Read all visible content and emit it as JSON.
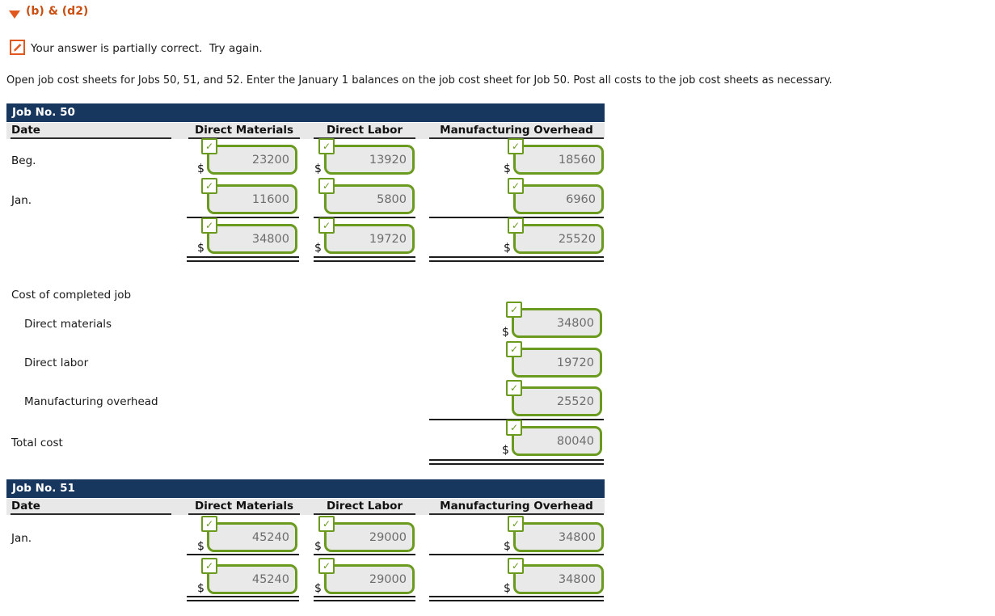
{
  "page": {
    "section_heading": "(b) & (d2)",
    "feedback": "Your answer is partially correct.  Try again.",
    "instruction": "Open job cost sheets for Jobs 50, 51, and 52. Enter the January 1 balances on the job cost sheet for Job 50. Post all costs to the job cost sheets as necessary."
  },
  "labels": {
    "dollar": "$"
  },
  "icons": {
    "check": "✓",
    "disclosure_triangle": "triangle-down",
    "pencil": "pencil"
  },
  "colors": {
    "navy_header": "#17375e",
    "accent_green": "#6a9a1e",
    "accent_orange": "#e2571c",
    "field_fill": "#e9e9e9"
  },
  "columns": [
    "Date",
    "Direct Materials",
    "Direct Labor",
    "Manufacturing Overhead"
  ],
  "job50": {
    "title": "Job No. 50",
    "rows": [
      {
        "label": "Beg.",
        "dm": "23200",
        "dl": "13920",
        "mo": "18560"
      },
      {
        "label": "Jan.",
        "dm": "11600",
        "dl": "5800",
        "mo": "6960"
      },
      {
        "label": "",
        "dm": "34800",
        "dl": "19720",
        "mo": "25520"
      }
    ],
    "cost_section": {
      "heading": "Cost of completed job",
      "items": [
        {
          "label": "Direct materials",
          "value": "34800"
        },
        {
          "label": "Direct labor",
          "value": "19720"
        },
        {
          "label": "Manufacturing overhead",
          "value": "25520"
        }
      ],
      "total_label": "Total cost",
      "total_value": "80040"
    }
  },
  "job51": {
    "title": "Job No. 51",
    "rows": [
      {
        "label": "Jan.",
        "dm": "45240",
        "dl": "29000",
        "mo": "34800"
      },
      {
        "label": "",
        "dm": "45240",
        "dl": "29000",
        "mo": "34800"
      }
    ]
  }
}
